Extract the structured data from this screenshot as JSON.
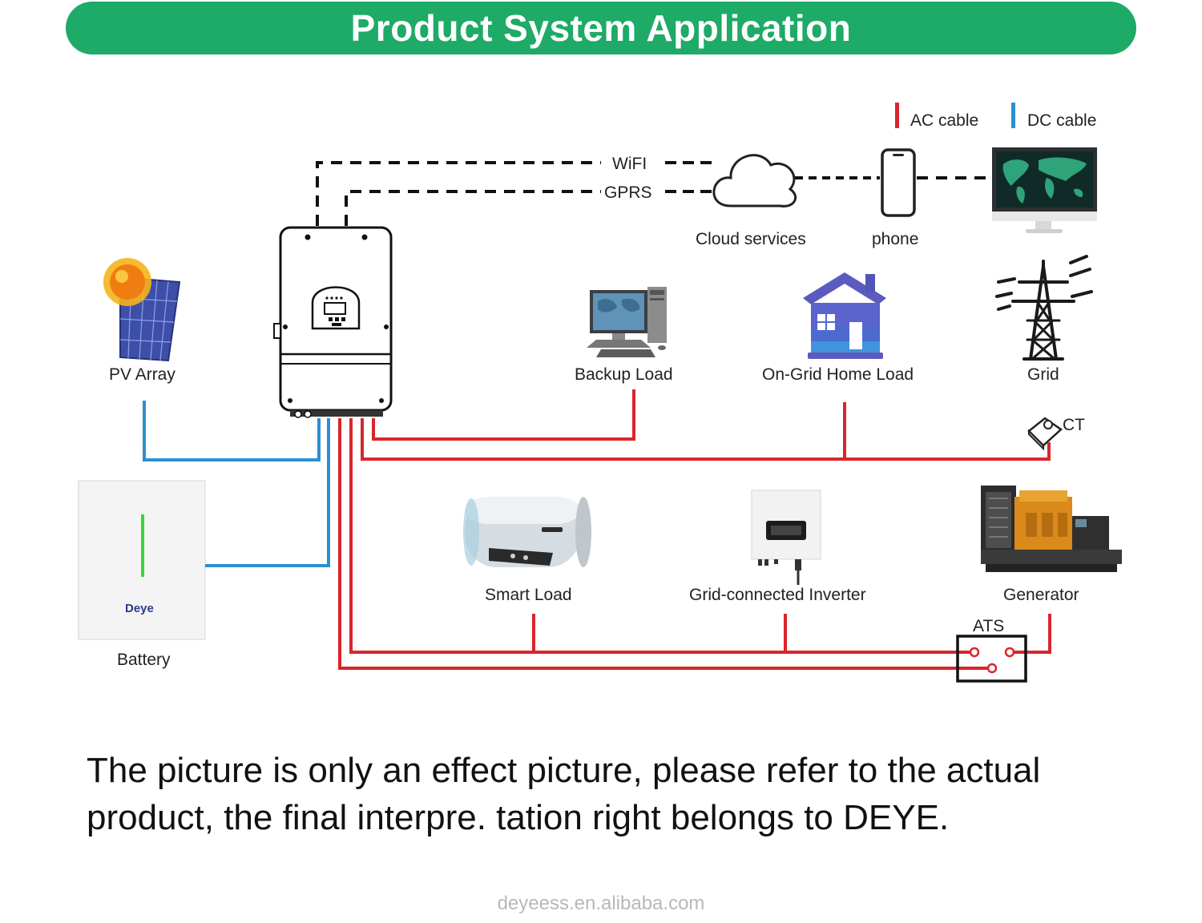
{
  "header": {
    "title": "Product System Application"
  },
  "legend": {
    "ac_label": "AC cable",
    "dc_label": "DC cable",
    "ac_color": "#d9262c",
    "dc_color": "#2b8fd1"
  },
  "communication": {
    "wifi": "WiFI",
    "gprs": "GPRS"
  },
  "nodes": {
    "cloud": "Cloud services",
    "phone": "phone",
    "pv": "PV Array",
    "backup": "Backup Load",
    "ongrid": "On-Grid Home Load",
    "grid": "Grid",
    "ct": "CT",
    "battery": "Battery",
    "battery_brand": "Deye",
    "smart": "Smart Load",
    "gridinv": "Grid-connected Inverter",
    "generator": "Generator",
    "ats": "ATS"
  },
  "disclaimer": "The picture is only an effect picture, please refer to the actual product, the final interpre. tation right belongs to DEYE.",
  "footer": "deyeess.en.alibaba.com",
  "colors": {
    "banner": "#1eaa67"
  }
}
